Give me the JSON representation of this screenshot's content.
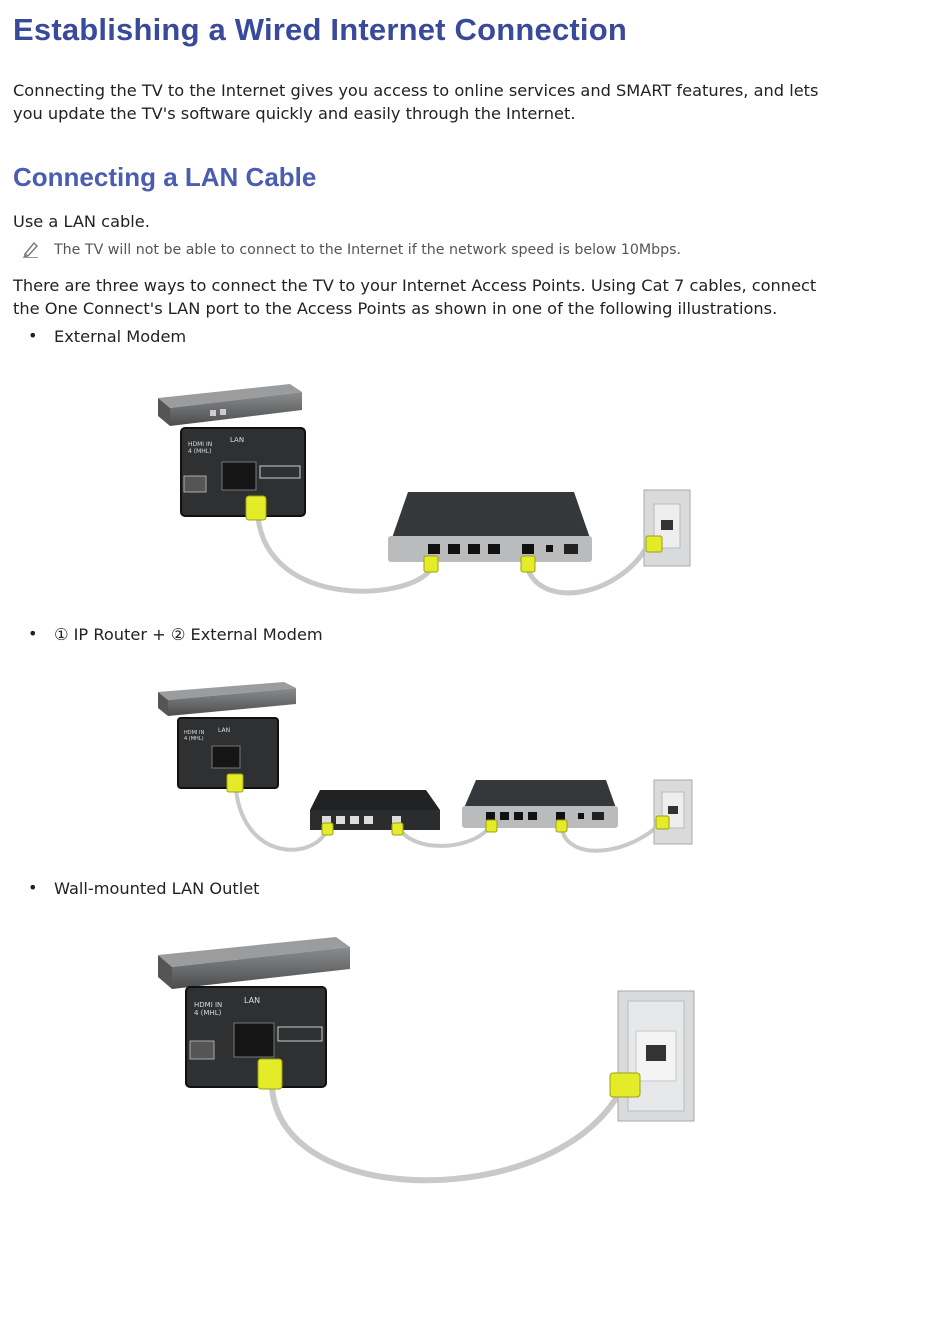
{
  "title": "Establishing a Wired Internet Connection",
  "intro": {
    "line1": "Connecting the TV to the Internet gives you access to online services and SMART features, and lets",
    "line2": "you update the TV's software quickly and easily through the Internet."
  },
  "section_title": "Connecting a LAN Cable",
  "use_text": "Use a LAN cable.",
  "note": "The TV will not be able to connect to the Internet if the network speed is below 10Mbps.",
  "ways": {
    "line1": "There are three ways to connect the TV to your Internet Access Points. Using Cat 7 cables, connect",
    "line2": "the One Connect's LAN port to the Access Points as shown in one of the following illustrations."
  },
  "bullets": [
    "External Modem",
    "① IP Router + ② External Modem",
    "Wall-mounted LAN Outlet"
  ],
  "device_labels": {
    "hdmi": "HDMI IN",
    "hdmi_sub": "4 (MHL)",
    "lan": "LAN"
  },
  "colors": {
    "heading": "#3a4a9a",
    "subheading": "#4a5db0",
    "connector": "#e4ec2a",
    "cable": "#c8cac8"
  },
  "icons": {
    "note": "pencil-icon",
    "bullet": "bullet-dot"
  }
}
